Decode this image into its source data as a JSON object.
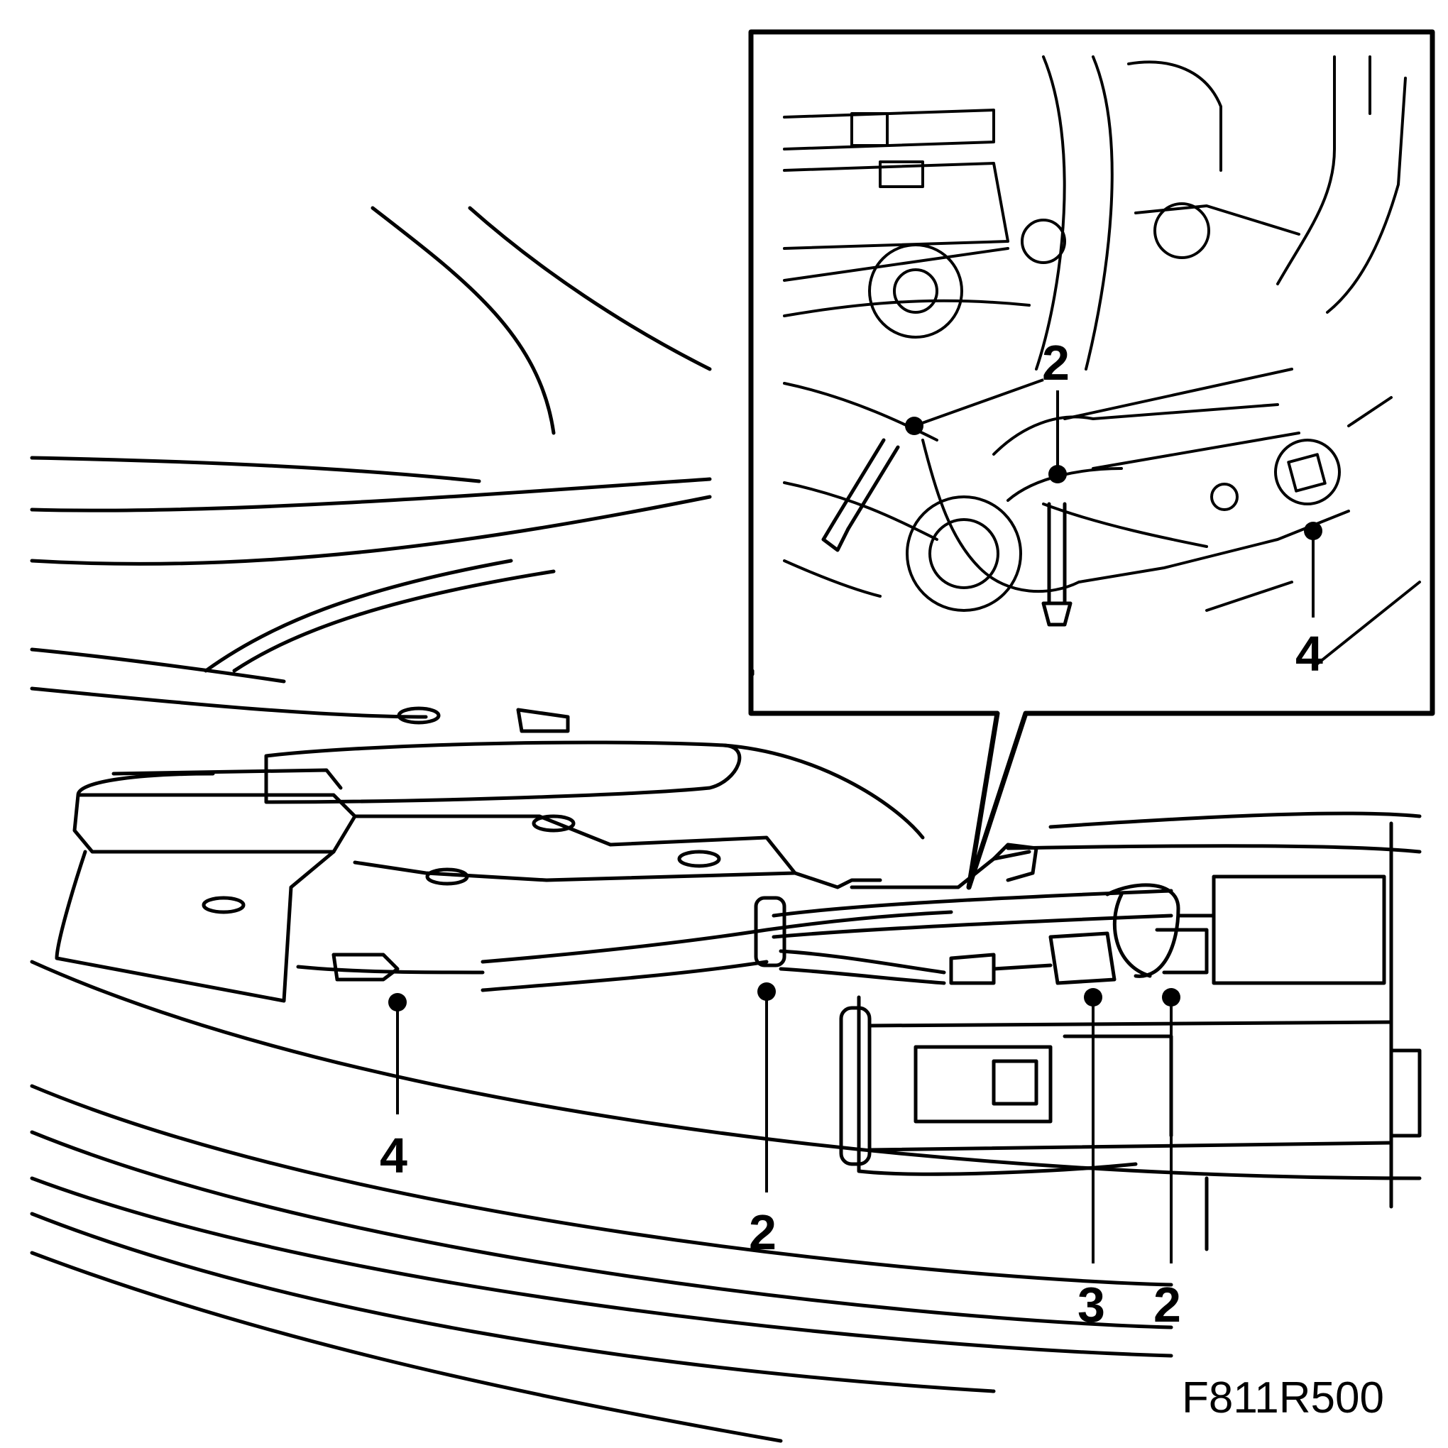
{
  "figure_id": "F811R500",
  "callouts": {
    "main_4": "4",
    "main_2_left": "2",
    "main_3": "3",
    "main_2_right": "2",
    "detail_2_top": "2",
    "detail_4": "4"
  }
}
